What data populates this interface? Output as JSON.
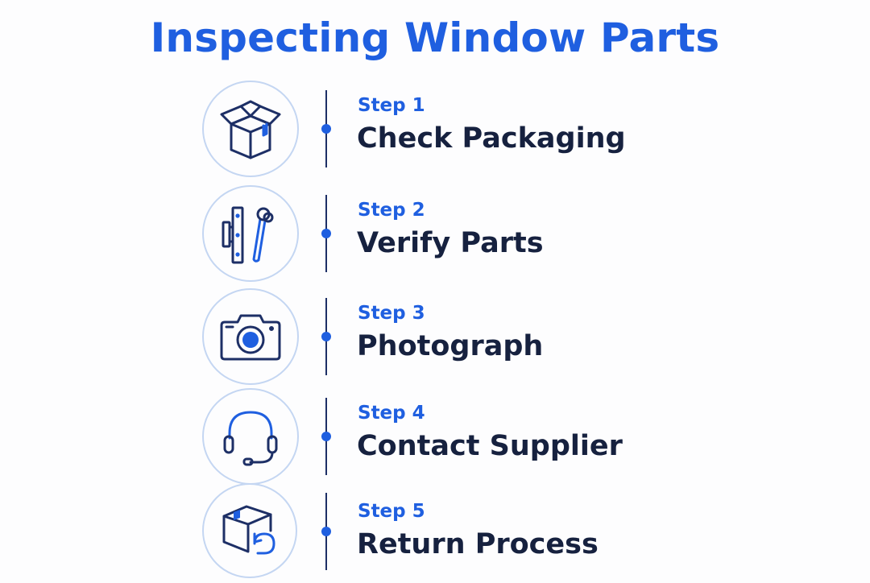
{
  "title": "Inspecting Window Parts",
  "steps": [
    {
      "label": "Step 1",
      "title": "Check Packaging",
      "icon": "open-box-icon"
    },
    {
      "label": "Step 2",
      "title": "Verify Parts",
      "icon": "hinge-and-handle-icon"
    },
    {
      "label": "Step 3",
      "title": "Photograph",
      "icon": "camera-icon"
    },
    {
      "label": "Step 4",
      "title": "Contact Supplier",
      "icon": "headset-icon"
    },
    {
      "label": "Step 5",
      "title": "Return Process",
      "icon": "box-return-icon"
    }
  ],
  "colors": {
    "accent": "#1f5fe0",
    "ink": "#16213f",
    "circle_border": "#c4d6f2"
  }
}
